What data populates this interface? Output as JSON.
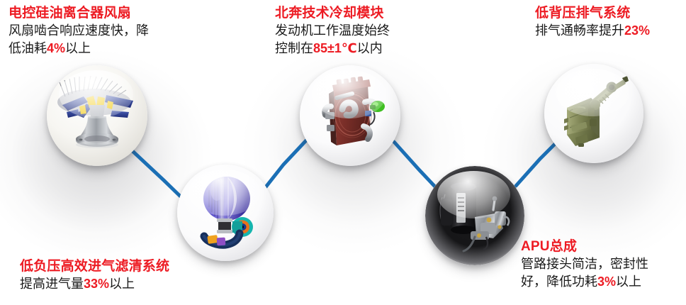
{
  "infographic": {
    "background_color": "#ffffff",
    "accent_red": "#ED1B23",
    "connector_blue": "#1B6FB5",
    "body_text_color": "#1a1a1a"
  },
  "blocks": [
    {
      "id": "silicone-clutch-fan",
      "title": "电控硅油离合器风扇",
      "lines": [
        [
          {
            "t": "风扇啮合响应速度快，降",
            "hl": false
          }
        ],
        [
          {
            "t": "低油耗",
            "hl": false
          },
          {
            "t": "4%",
            "hl": true
          },
          {
            "t": "以上",
            "hl": false
          }
        ]
      ]
    },
    {
      "id": "cooling-module",
      "title": "北奔技术冷却模块",
      "lines": [
        [
          {
            "t": "发动机工作温度始终",
            "hl": false
          }
        ],
        [
          {
            "t": "控制在",
            "hl": false
          },
          {
            "t": "85±1℃",
            "hl": true
          },
          {
            "t": "以内",
            "hl": false
          }
        ]
      ]
    },
    {
      "id": "low-backpressure-exhaust",
      "title": "低背压排气系统",
      "lines": [
        [
          {
            "t": "排气通畅率提升",
            "hl": false
          },
          {
            "t": "23%",
            "hl": true
          }
        ]
      ]
    },
    {
      "id": "intake-filter-system",
      "title": "低负压高效进气滤清系统",
      "lines": [
        [
          {
            "t": "提高进气量",
            "hl": false
          },
          {
            "t": "33%",
            "hl": true
          },
          {
            "t": "以上",
            "hl": false
          }
        ]
      ]
    },
    {
      "id": "apu-assembly",
      "title": "APU总成",
      "lines": [
        [
          {
            "t": "管路接头简洁，密封性",
            "hl": false
          }
        ],
        [
          {
            "t": "好，降低功耗",
            "hl": false
          },
          {
            "t": "3%",
            "hl": true
          },
          {
            "t": "以上",
            "hl": false
          }
        ]
      ]
    }
  ],
  "nodes": [
    {
      "id": "node-fan",
      "icon": "silicone-clutch-fan-photo",
      "label": "电控硅油离合器风扇"
    },
    {
      "id": "node-filter",
      "icon": "air-filter-photo",
      "label": "低负压高效进气滤清系统"
    },
    {
      "id": "node-radiator",
      "icon": "cooling-module-photo",
      "label": "北奔技术冷却模块"
    },
    {
      "id": "node-apu",
      "icon": "apu-assembly-photo",
      "label": "APU总成"
    },
    {
      "id": "node-exhaust",
      "icon": "exhaust-system-photo",
      "label": "低背压排气系统"
    }
  ]
}
